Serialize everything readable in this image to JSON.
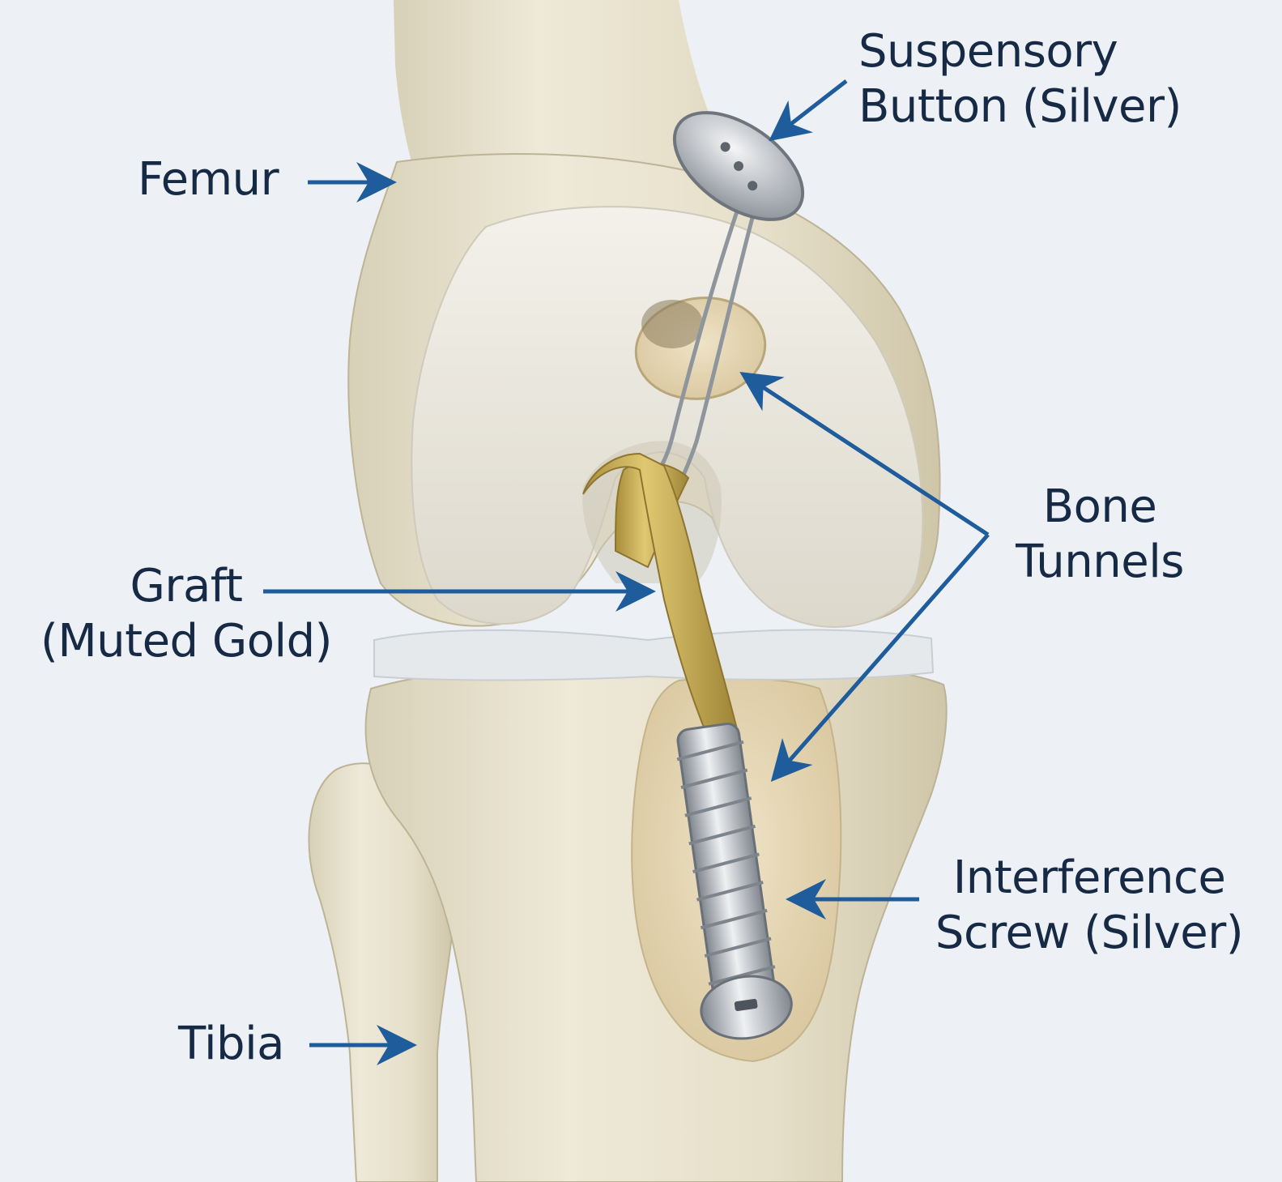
{
  "colors": {
    "background": "#edf1f5",
    "bone": "#e8e2cf",
    "cartilage": "#eeede6",
    "meniscus": "#e9ecef",
    "cancellous": "#e6d8b8",
    "graft": "#cfb45a",
    "metal": "#b7bcc3",
    "arrow": "#1e5c9c",
    "label_text": "#172a45"
  },
  "labels": {
    "femur": "Femur",
    "suspensory_button_line1": "Suspensory",
    "suspensory_button_line2": "Button (Silver)",
    "bone_tunnels_line1": "Bone",
    "bone_tunnels_line2": "Tunnels",
    "graft_line1": "Graft",
    "graft_line2": "(Muted Gold)",
    "interference_screw_line1": "Interference",
    "interference_screw_line2": "Screw (Silver)",
    "tibia": "Tibia"
  }
}
